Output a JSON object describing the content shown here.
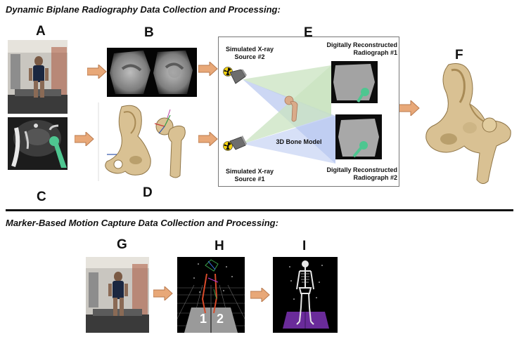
{
  "top_section": {
    "title": "Dynamic Biplane Radiography Data Collection and Processing:",
    "panels": {
      "a": "A",
      "b": "B",
      "c": "C",
      "d": "D",
      "e": "E",
      "f": "F"
    },
    "xray": {
      "source2_line1": "Simulated X-ray",
      "source2_line2": "Source #2",
      "source1_line1": "Simulated X-ray",
      "source1_line2": "Source #1",
      "drr1_line1": "Digitally Reconstructed",
      "drr1_line2": "Radiograph #1",
      "drr2_line1": "Digitally Reconstructed",
      "drr2_line2": "Radiograph #2",
      "bone_model": "3D Bone Model"
    }
  },
  "bottom_section": {
    "title": "Marker-Based Motion Capture Data Collection and Processing:",
    "panels": {
      "g": "G",
      "h": "H",
      "i": "I"
    },
    "plate_numbers": [
      "1",
      "2"
    ]
  },
  "colors": {
    "arrow": "#e8a878",
    "arrow_stroke": "#b97a4e",
    "bone": "#d9c193",
    "bone_shade": "#a88a55",
    "green_beam": "#c9e3c0",
    "blue_beam": "#b7c6f0",
    "implant_green": "#4ec690",
    "mocap_purple": "#6a2b9a"
  },
  "icons": [
    "radiation-icon",
    "xray-source-icon",
    "arrow-right-icon"
  ]
}
